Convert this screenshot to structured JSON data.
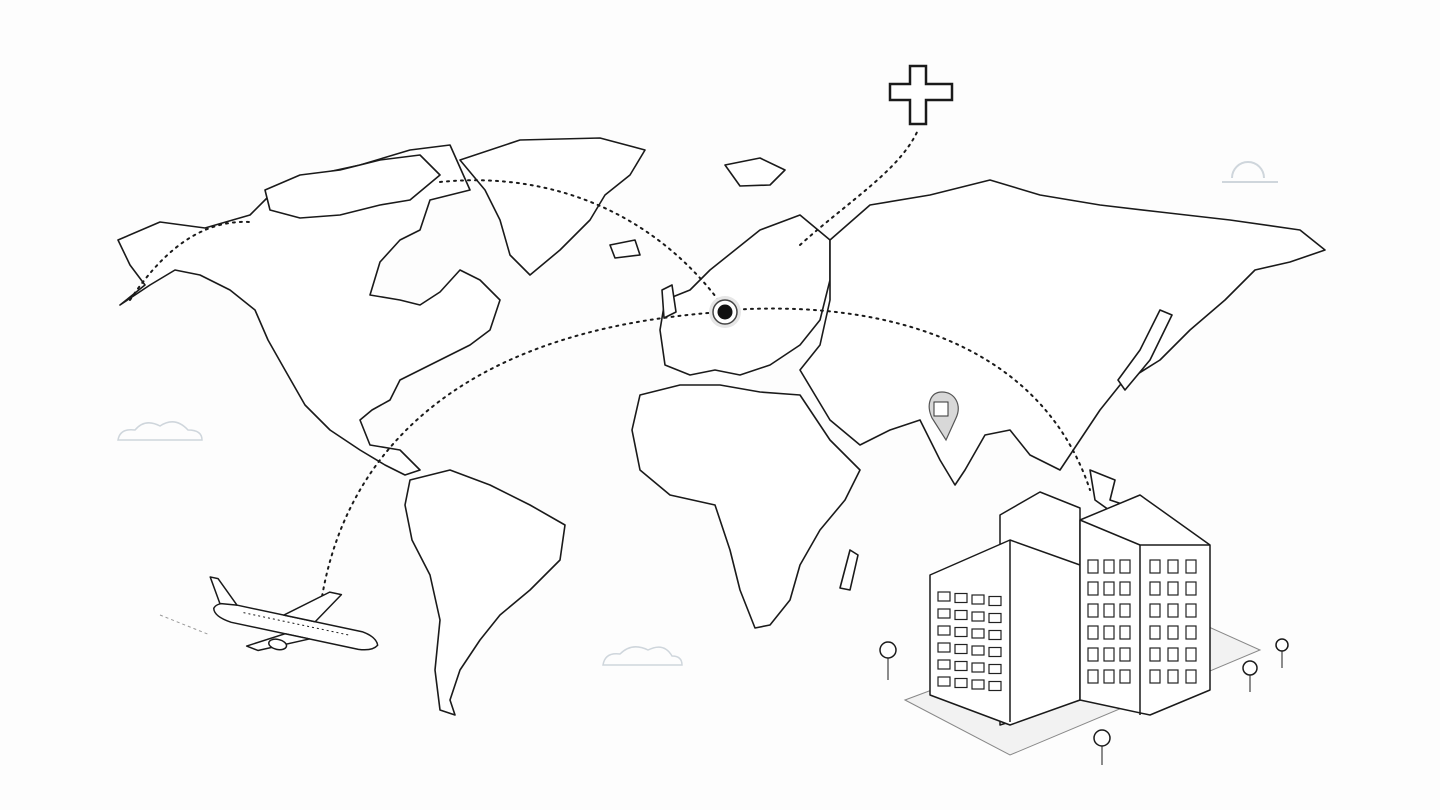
{
  "map": {
    "style": "line-art world map",
    "colors": {
      "background": "#fdfdfd",
      "ink": "#1a1a1a",
      "pin": "#111111",
      "cloud": "#cfd6dc"
    },
    "icons": [
      "airplane-icon",
      "office-building-icon",
      "location-pin-icon",
      "map-marker-icon",
      "plus-icon",
      "cloud-icon",
      "sun-icon",
      "tree-icon"
    ],
    "routes": [
      "north-america-to-europe",
      "central-america-to-europe",
      "alaska-arc",
      "europe-to-southeast-asia",
      "russia-to-plus"
    ]
  }
}
